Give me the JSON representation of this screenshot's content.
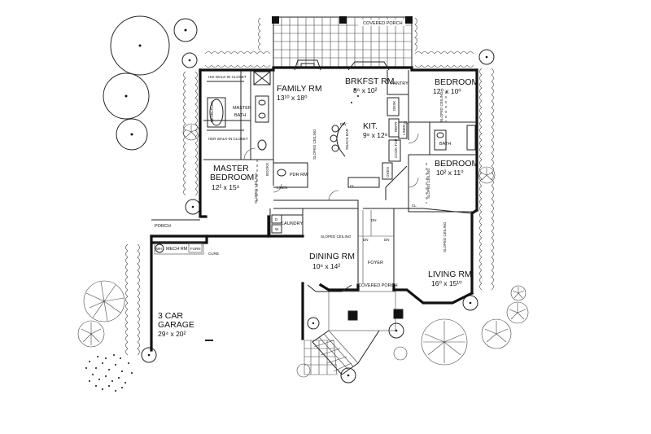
{
  "labels": {
    "covered_porch_top": "COVERED PORCH",
    "family_rm": "FAMILY RM",
    "family_rm_dim": "13¹⁰ x 18⁰",
    "brkfst_rm": "BRKFST RM",
    "brkfst_rm_dim": "8⁶ x 10²",
    "pantry": "PANTRY",
    "bedroom_ne": "BEDROOM",
    "bedroom_ne_dim": "12⁰ x 10⁰",
    "kit": "KIT.",
    "kit_dim": "9⁸ x 12⁸",
    "bath": "BATH",
    "bedroom_e": "BEDROOM",
    "bedroom_e_dim": "10² x 11⁰",
    "his_closet": "HIS WALK-IN CLOSET",
    "her_closet": "HER WALK-IN CLOSET",
    "master_bath_1": "MASTER",
    "master_bath_2": "BATH",
    "whirlpool": "WHIRLPOOL",
    "master_bedroom_1": "MASTER",
    "master_bedroom_2": "BEDROOM",
    "master_bedroom_dim": "12² x 15⁸",
    "pdr_rm": "PDR RM",
    "linen_1": "LINEN",
    "linen_2": "LINEN",
    "books": "BOOKS",
    "laundry": "LAUNDRY",
    "porch": "PORCH",
    "mech_rm": "MECH RM",
    "wh": "WH",
    "furn": "FURN",
    "curb": "CURB",
    "dining_rm": "DINING RM",
    "dining_rm_dim": "10⁶ x 14²",
    "foyer": "FOYER",
    "covered_porch_front": "COVERED PORCH",
    "living_rm": "LIVING RM",
    "living_rm_dim": "16⁰ x 15¹⁰",
    "garage_1": "3 CAR",
    "garage_2": "GARAGE",
    "garage_dim": "29⁴ x 20²",
    "sloped_ceiling": "SLOPED CEILING",
    "snack_bar": "SNACK BAR",
    "dw": "DW",
    "refr": "REFR",
    "desk": "DESK",
    "cook_top": "COOK TOP",
    "oven": "OVEN",
    "dn": "DN",
    "cl": "CL",
    "w": "W",
    "d": "D"
  },
  "colors": {
    "ink": "#111111",
    "paper": "#ffffff"
  }
}
